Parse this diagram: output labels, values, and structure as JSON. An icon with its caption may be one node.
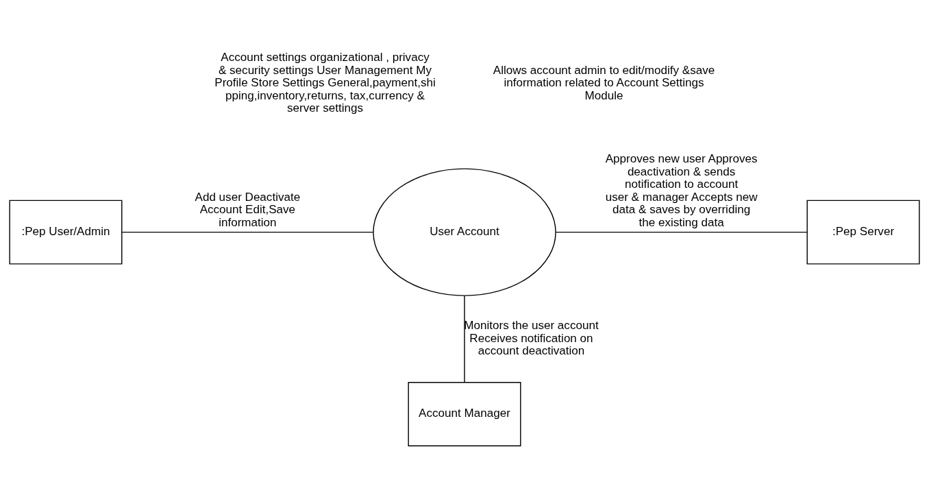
{
  "diagram": {
    "nodes": [
      {
        "text": [
          ":Pep User/Admin"
        ]
      },
      {
        "text": [
          "User Account"
        ]
      },
      {
        "text": [
          ":Pep Server"
        ]
      },
      {
        "text": [
          "Account Manager"
        ]
      }
    ],
    "edges": [
      {
        "from": 0,
        "to": 1,
        "arrow": "none",
        "label": "Add user Deactivate Account Edit,Save information"
      },
      {
        "from": 1,
        "to": 2,
        "arrow": "none",
        "label": "Approves new user Approves deactivation & sends notification to account user & manager Accepts new data & saves by overriding the existing data"
      },
      {
        "from": 1,
        "to": 3,
        "arrow": "none",
        "label": "Monitors the user account Receives notification on account deactivation"
      }
    ],
    "labels": [
      "Account settings organizational , privacy & security settings User Management My Profile Store Settings General,payment,shipping,inventory,returns, tax,currency & server settings",
      "Allows account admin to edit/modify &save information related to Account Settings Module"
    ]
  }
}
